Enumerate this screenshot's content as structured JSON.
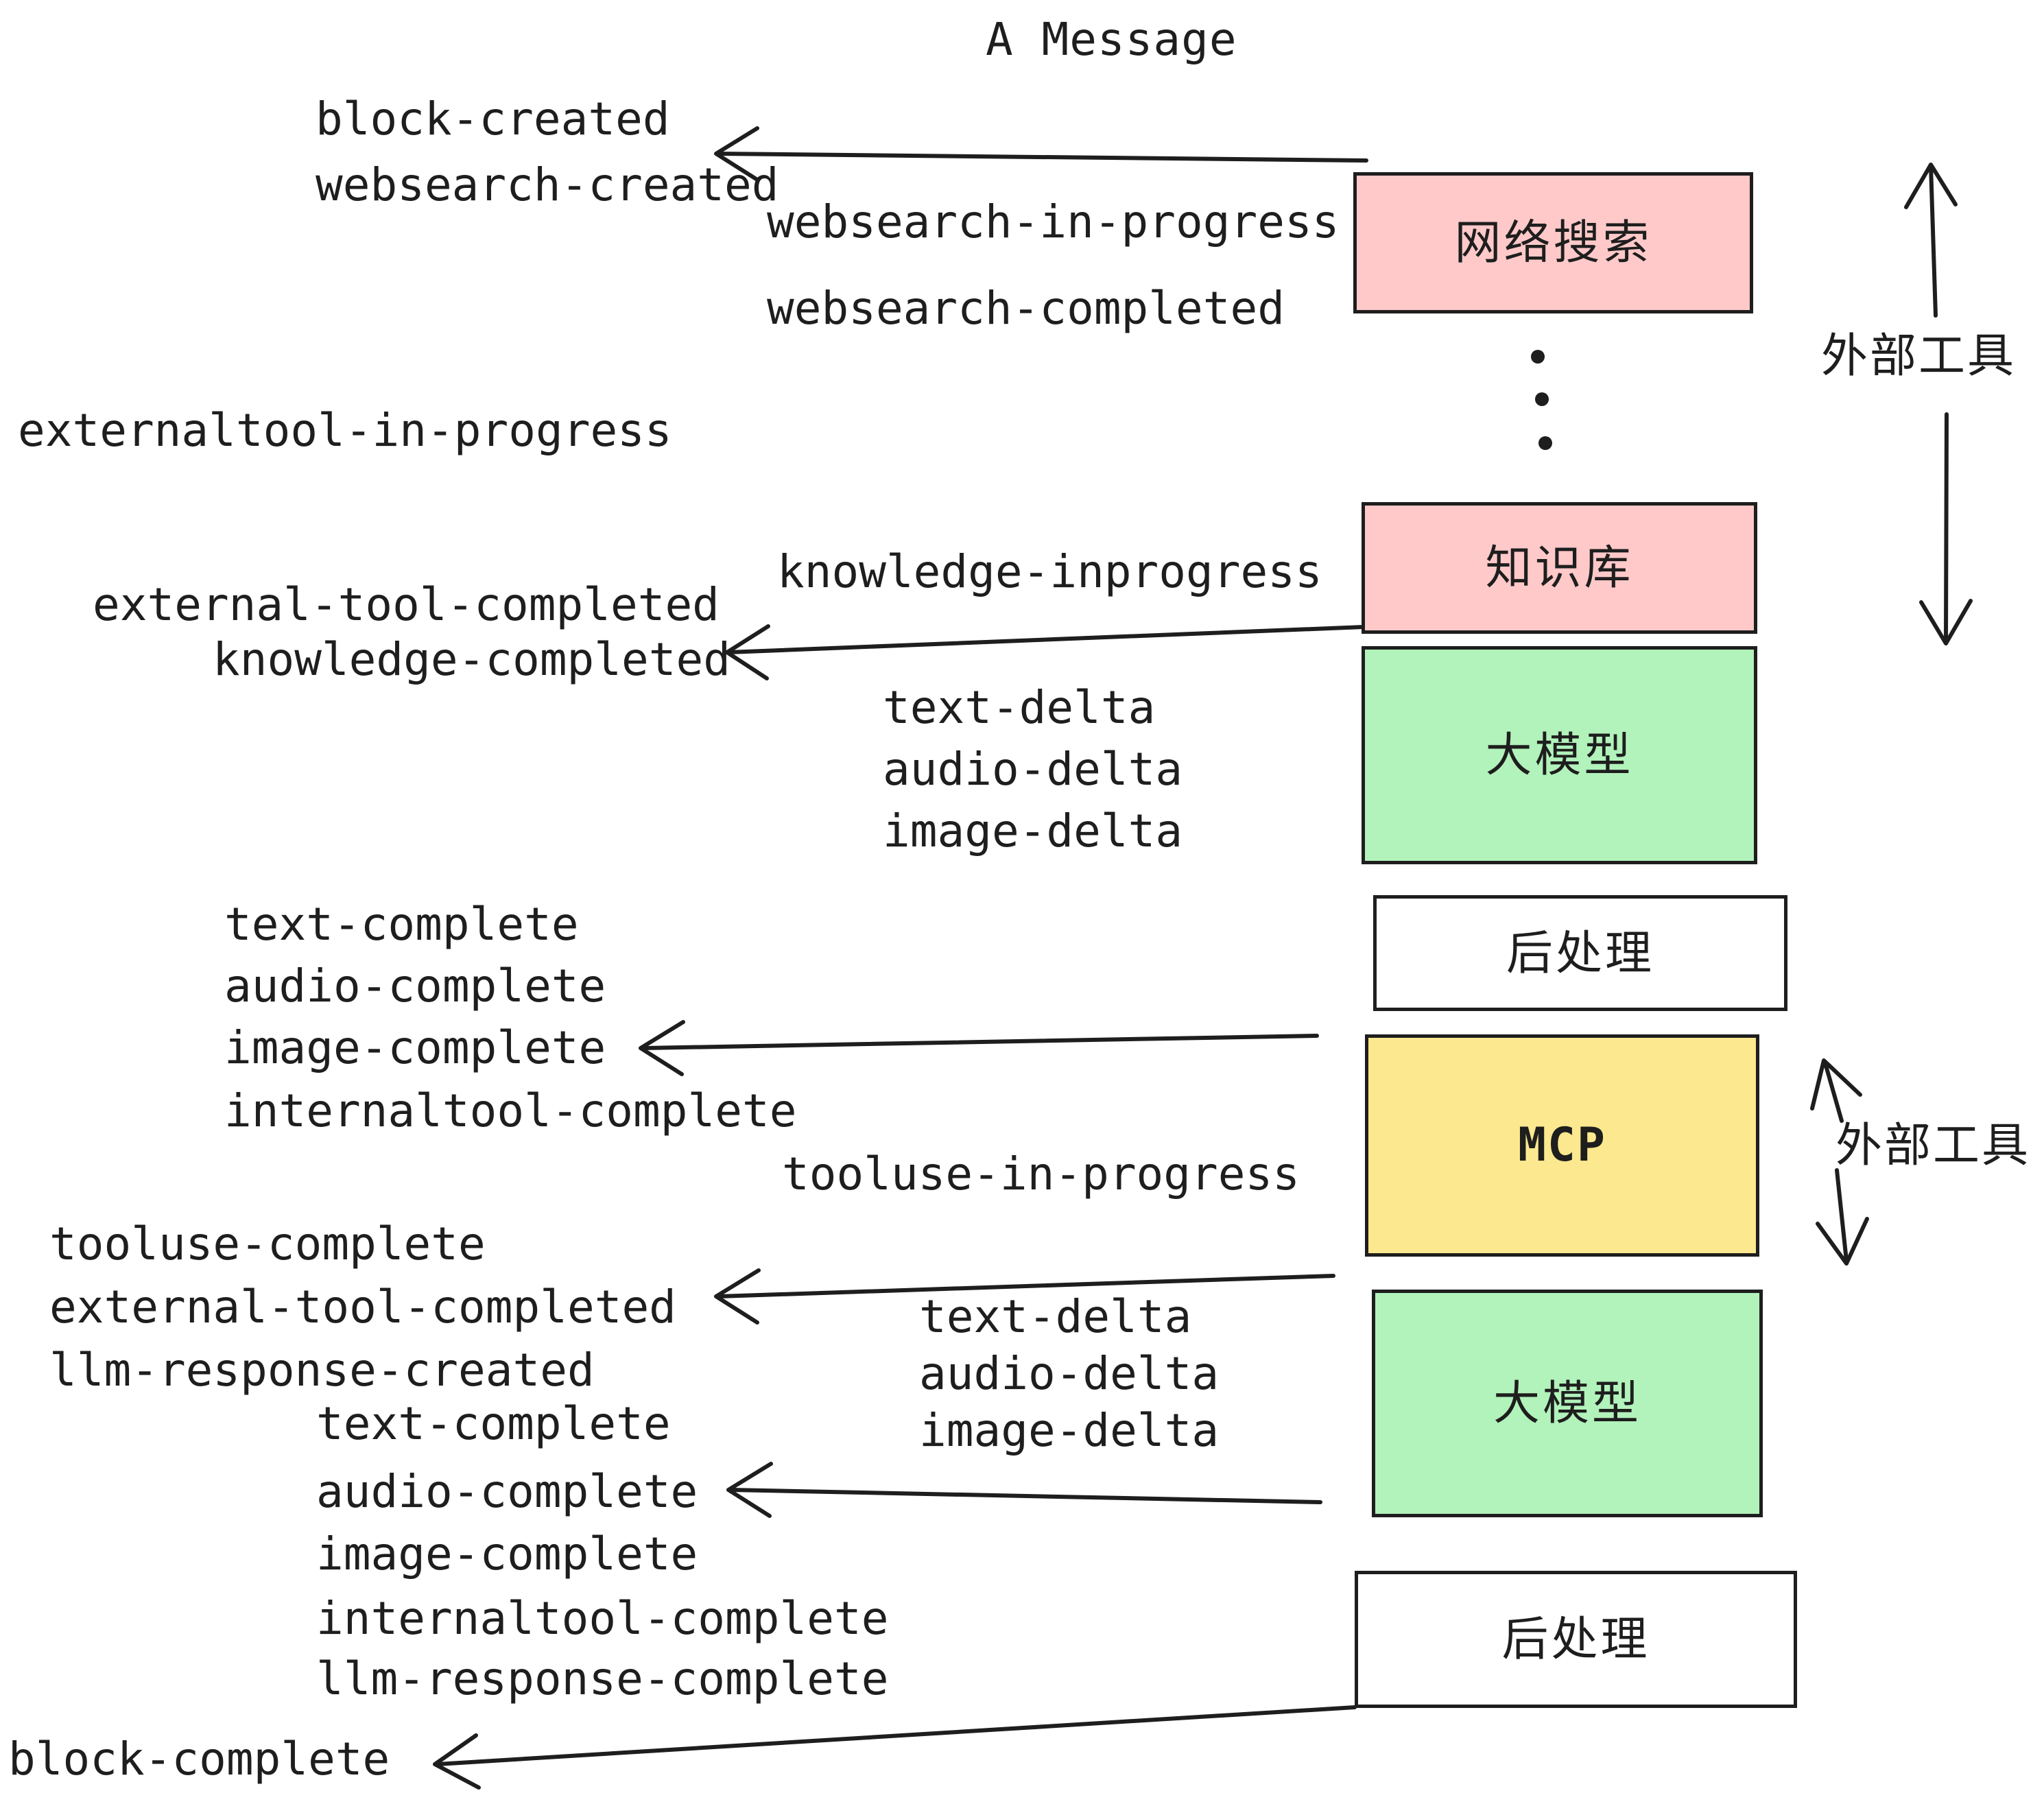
{
  "title": "A Message",
  "colors": {
    "ink": "#1e1e1e",
    "background": "#ffffff",
    "box_pink": "#ffc9c9",
    "box_green": "#b2f2bb",
    "box_yellow": "#fce88e",
    "box_white": "#ffffff"
  },
  "boxes": {
    "websearch": {
      "label": "网络搜索",
      "color": "#ffc9c9"
    },
    "knowledge": {
      "label": "知识库",
      "color": "#ffc9c9"
    },
    "llm_top": {
      "label": "大模型",
      "color": "#b2f2bb"
    },
    "post_top": {
      "label": "后处理",
      "color": "#ffffff"
    },
    "mcp": {
      "label": "MCP",
      "color": "#fce88e"
    },
    "llm_bottom": {
      "label": "大模型",
      "color": "#b2f2bb"
    },
    "post_bottom": {
      "label": "后处理",
      "color": "#ffffff"
    }
  },
  "side_labels": {
    "external_tools_top": "外部工具",
    "external_tools_bottom": "外部工具"
  },
  "icons": {
    "vertical_ellipsis": "⋮",
    "arrow_left": "←",
    "arrow_up": "↑",
    "arrow_down": "↓"
  },
  "events": {
    "block_created": "block-created",
    "websearch_created": "websearch-created",
    "websearch_in_progress": "websearch-in-progress",
    "websearch_completed": "websearch-completed",
    "externaltool_in_progress": "externaltool-in-progress",
    "knowledge_inprogress": "knowledge-inprogress",
    "external_tool_completed": "external-tool-completed",
    "knowledge_completed": "knowledge-completed",
    "text_delta_1": "text-delta",
    "audio_delta_1": "audio-delta",
    "image_delta_1": "image-delta",
    "text_complete_1": "text-complete",
    "audio_complete_1": "audio-complete",
    "image_complete_1": "image-complete",
    "internaltool_complete_1": "internaltool-complete",
    "tooluse_in_progress": "tooluse-in-progress",
    "tooluse_complete": "tooluse-complete",
    "external_tool_completed_2": "external-tool-completed",
    "llm_response_created": "llm-response-created",
    "text_delta_2": "text-delta",
    "audio_delta_2": "audio-delta",
    "image_delta_2": "image-delta",
    "text_complete_2": "text-complete",
    "audio_complete_2": "audio-complete",
    "image_complete_2": "image-complete",
    "internaltool_complete_2": "internaltool-complete",
    "llm_response_complete": "llm-response-complete",
    "block_complete": "block-complete"
  }
}
